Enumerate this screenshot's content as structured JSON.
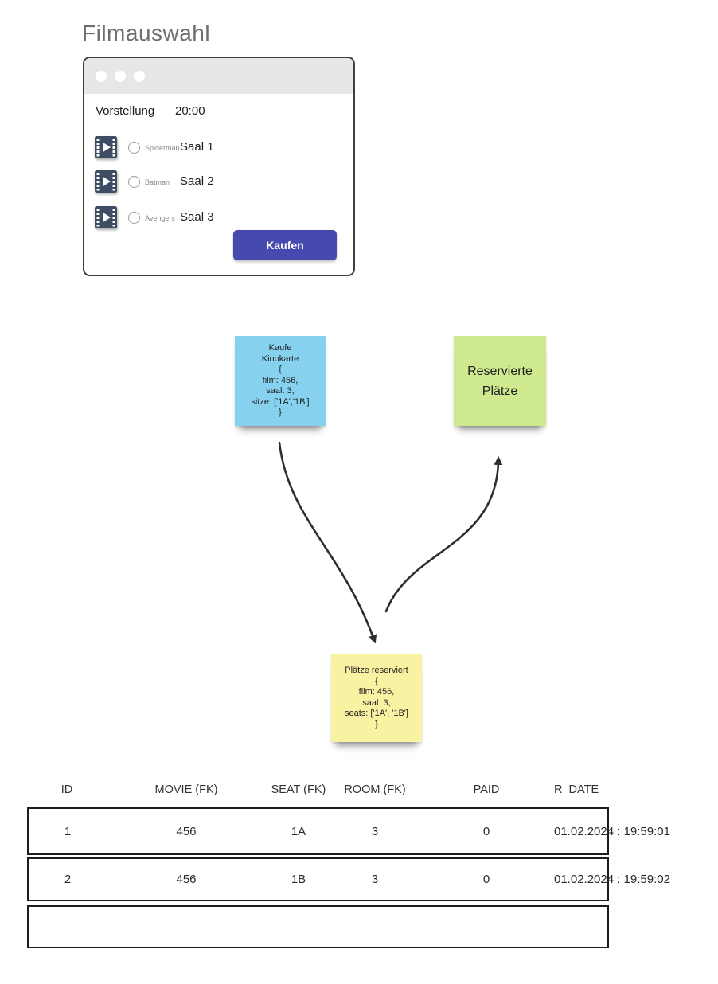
{
  "page": {
    "title": "Filmauswahl"
  },
  "window": {
    "show_label": "Vorstellung",
    "show_time": "20:00",
    "movies": [
      {
        "name": "Spiderman",
        "room": "Saal 1"
      },
      {
        "name": "Batman",
        "room": "Saal 2"
      },
      {
        "name": "Avengers",
        "room": "Saal 3"
      }
    ],
    "buy_label": "Kaufen"
  },
  "notes": {
    "buy_request": {
      "color": "#85d1ee",
      "lines": [
        "Kaufe",
        "Kinokarte",
        "{",
        "film: 456,",
        "saal: 3,",
        "sitze: ['1A','1B']",
        "}"
      ]
    },
    "reserved_label": {
      "color": "#cfe98e",
      "lines": [
        "Reservierte",
        "Plätze"
      ]
    },
    "reserved_event": {
      "color": "#faf2a3",
      "lines": [
        "Plätze reserviert",
        "{",
        "film: 456,",
        "saal: 3,",
        "seats: ['1A', '1B']",
        "}"
      ]
    }
  },
  "table": {
    "headers": [
      "ID",
      "MOVIE (FK)",
      "SEAT (FK)",
      "ROOM (FK)",
      "PAID",
      "R_DATE"
    ],
    "rows": [
      [
        "1",
        "456",
        "1A",
        "3",
        "0",
        "01.02.2024 : 19:59:01"
      ],
      [
        "2",
        "456",
        "1B",
        "3",
        "0",
        "01.02.2024 : 19:59:02"
      ]
    ]
  },
  "colors": {
    "buy_button": "#4649ad",
    "film_icon": "#3e4d63",
    "window_titlebar": "#e7e7e7",
    "arrow": "#2e2e2e"
  }
}
